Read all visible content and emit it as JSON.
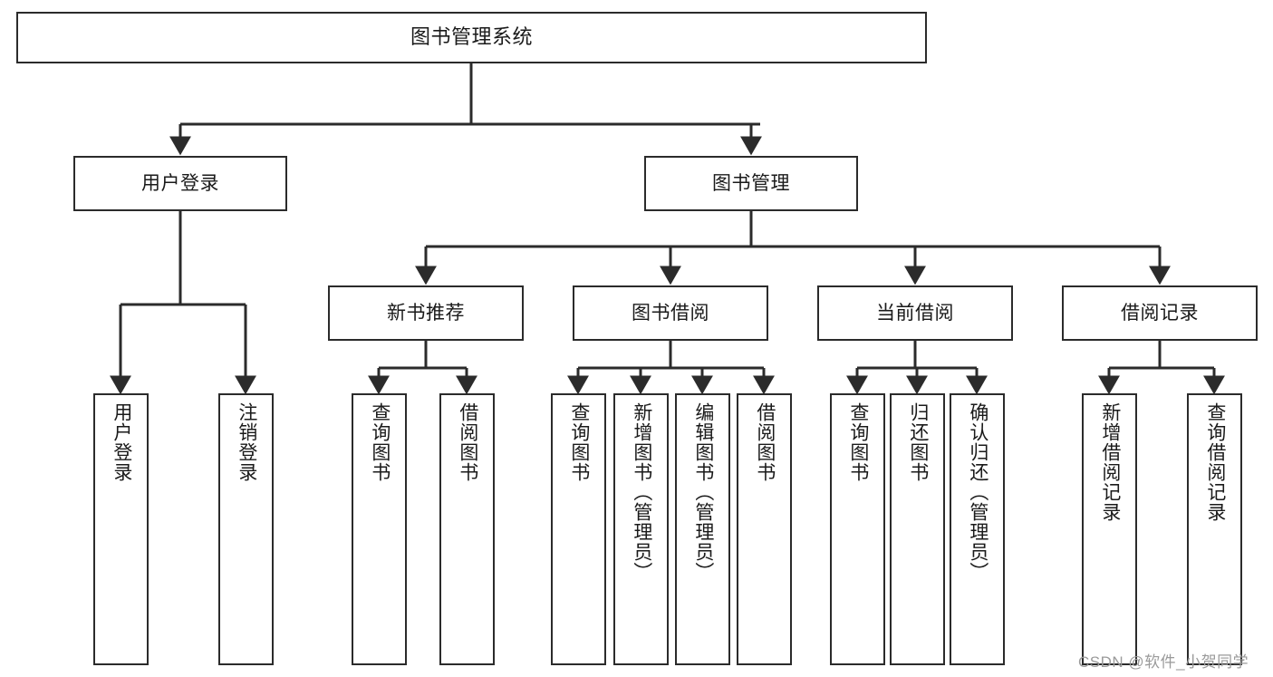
{
  "diagram": {
    "title": "图书管理系统",
    "watermark": "CSDN @软件_小贺同学",
    "colors": {
      "stroke": "#2b2b2b",
      "fill": "#ffffff",
      "text": "#1a1a1a",
      "watermark": "#9a9a9a"
    },
    "nodes": {
      "root": {
        "label": "图书管理系统"
      },
      "level2": [
        {
          "label": "用户登录"
        },
        {
          "label": "图书管理"
        }
      ],
      "level3": [
        {
          "label": "新书推荐"
        },
        {
          "label": "图书借阅"
        },
        {
          "label": "当前借阅"
        },
        {
          "label": "借阅记录"
        }
      ],
      "leaves": {
        "user_login": [
          {
            "label": "用户登录"
          },
          {
            "label": "注销登录"
          }
        ],
        "new_book": [
          {
            "label": "查询图书"
          },
          {
            "label": "借阅图书"
          }
        ],
        "book_borrow": [
          {
            "label": "查询图书"
          },
          {
            "label": "新增图书（管理员）"
          },
          {
            "label": "编辑图书（管理员）"
          },
          {
            "label": "借阅图书"
          }
        ],
        "current_borrow": [
          {
            "label": "查询图书"
          },
          {
            "label": "归还图书"
          },
          {
            "label": "确认归还（管理员）"
          }
        ],
        "borrow_record": [
          {
            "label": "新增借阅记录"
          },
          {
            "label": "查询借阅记录"
          }
        ]
      }
    }
  }
}
